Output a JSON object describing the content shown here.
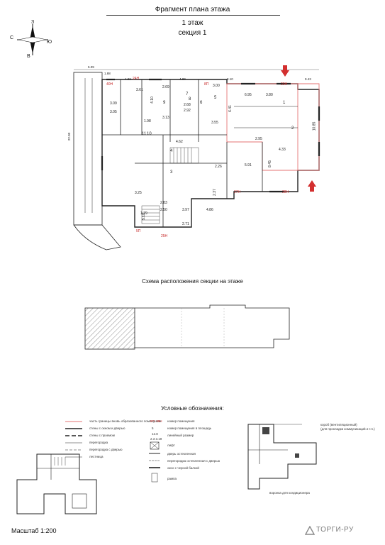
{
  "header": {
    "title": "Фрагмент плана этажа",
    "floor": "1 этаж",
    "section": "секция 1"
  },
  "compass": {
    "north": "С",
    "east": "В",
    "west": "З",
    "south": "Ю"
  },
  "plan": {
    "top_dims": [
      "5.09",
      "1.88",
      "4.82",
      "4.80",
      "8.10",
      "9.43"
    ],
    "side_dim": "22.90",
    "unit_labels": [
      "40Н",
      "24Н",
      "8П",
      "29Н",
      "27Н",
      "28Н",
      "5П",
      "25Н"
    ],
    "room_areas": [
      "3.61",
      "2.69",
      "3.09",
      "3.05",
      "6.95",
      "2.68",
      "2.92",
      "3.13",
      "3.55",
      "4.33",
      "10.85",
      "8.45",
      "5.91",
      "2.26",
      "3.25",
      "5.18",
      "2.83",
      "2.50",
      "2.37",
      "3.97",
      "2.71",
      "4.86",
      "6.41",
      "1.98",
      "1.79",
      "3.00",
      "4.10",
      "3.80",
      "2.95",
      "4.62"
    ],
    "room_numbers": [
      "1",
      "2",
      "3",
      "4",
      "5",
      "6",
      "7",
      "8",
      "9",
      "10",
      "11"
    ]
  },
  "schema": {
    "title": "Схема расположения секции на этаже"
  },
  "legend": {
    "title": "Условные обозначения:",
    "items_left": [
      "часть границы вновь образованного помещения",
      "стены с окном и дверью",
      "стены с проемом",
      "перегородка",
      "перегородка с дверью",
      "лестница"
    ],
    "items_mid": [
      "номер помещения",
      "номер помещения в площадь",
      "линейный размер",
      "лифт",
      "дверь остекленная",
      "перегородка остекленная с дверью",
      "окно с черной балкой",
      "рампа"
    ],
    "mid_codes": [
      "5П, 26Н",
      "5",
      "12.8",
      "2.3 3.19"
    ],
    "items_right": [
      "короб (вентиляционный)",
      "(для прокладки коммуникаций и т.п.)",
      "воронка для кондиционера"
    ]
  },
  "footer": {
    "scale": "Масштаб 1:200",
    "brand": "ТОРГИ-РУ"
  },
  "colors": {
    "accent_red": "#d32f2f",
    "boundary_red": "#e57373",
    "line": "#222222"
  }
}
